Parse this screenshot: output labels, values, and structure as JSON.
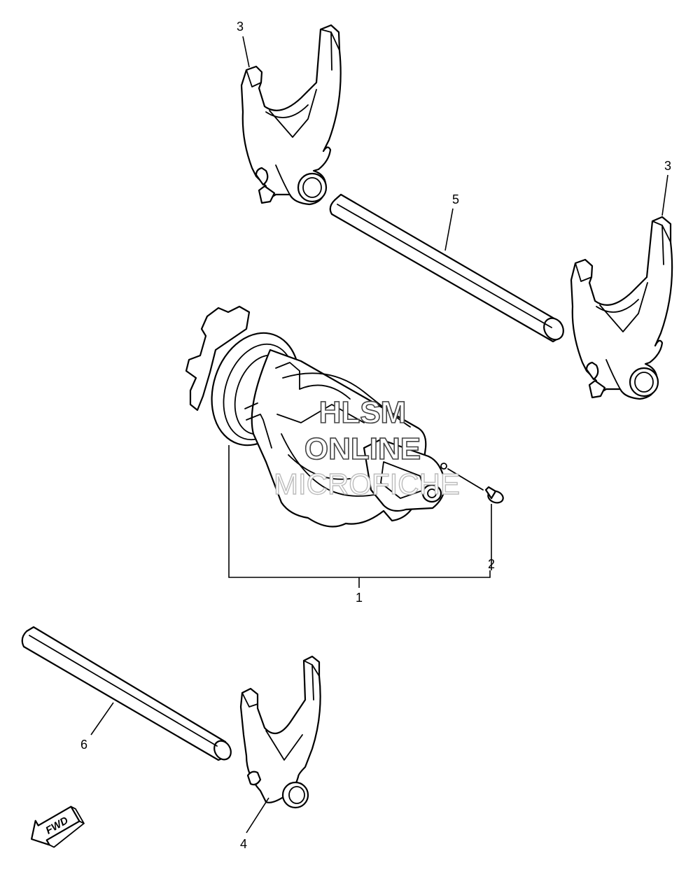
{
  "callouts": {
    "shift_drum_assy": "1",
    "stopper_pin": "2",
    "shift_fork_upper": "3",
    "shift_fork_right": "3",
    "shift_fork_lower": "4",
    "fork_guide_bar_upper": "5",
    "fork_guide_bar_lower": "6"
  },
  "watermark": {
    "line1": "HLSM",
    "line2": "ONLINE",
    "line3": "MICROFICHE"
  },
  "direction_arrow": {
    "label": "FWD",
    "icon": "fwd-arrow-icon"
  }
}
